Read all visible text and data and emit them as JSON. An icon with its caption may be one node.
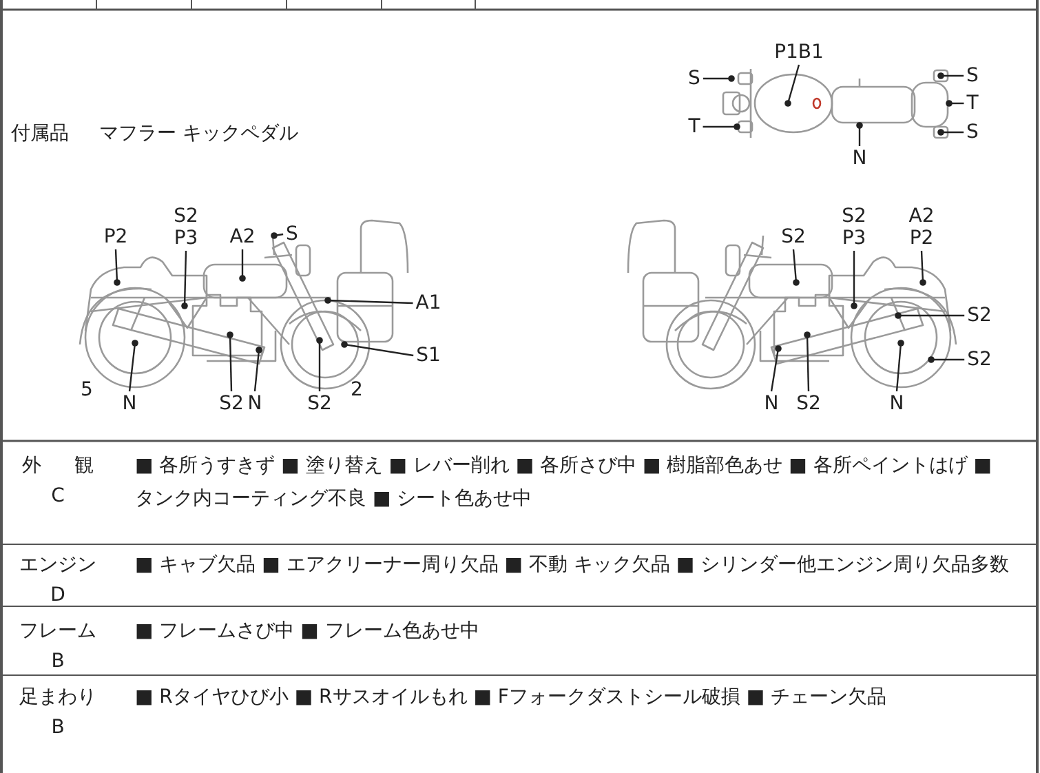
{
  "diagram": {
    "nodes": [
      {
        "text": [
          "P1B1"
        ]
      },
      {
        "text": [
          "S"
        ]
      },
      {
        "text": [
          "S"
        ]
      },
      {
        "text": [
          "T"
        ]
      },
      {
        "text": [
          "T"
        ]
      },
      {
        "text": [
          "S"
        ]
      },
      {
        "text": [
          "N"
        ]
      },
      {
        "text": [
          "S2 P3"
        ]
      },
      {
        "text": [
          "P2"
        ]
      },
      {
        "text": [
          "A2"
        ]
      },
      {
        "text": [
          "S"
        ]
      },
      {
        "text": [
          "A1"
        ]
      },
      {
        "text": [
          "S1"
        ]
      },
      {
        "text": [
          "N"
        ]
      },
      {
        "text": [
          "S2"
        ]
      },
      {
        "text": [
          "N"
        ]
      },
      {
        "text": [
          "S2"
        ]
      },
      {
        "text": [
          "S2 P3"
        ]
      },
      {
        "text": [
          "A2 P2"
        ]
      },
      {
        "text": [
          "S2"
        ]
      },
      {
        "text": [
          "S2"
        ]
      },
      {
        "text": [
          "S2"
        ]
      },
      {
        "text": [
          "N"
        ]
      },
      {
        "text": [
          "S2"
        ]
      },
      {
        "text": [
          "N"
        ]
      }
    ],
    "edges": [
      {
        "from": 0,
        "to": null,
        "arrow": "other"
      },
      {
        "from": 1,
        "to": null,
        "arrow": "other"
      },
      {
        "from": 2,
        "to": null,
        "arrow": "other"
      },
      {
        "from": 3,
        "to": null,
        "arrow": "other"
      },
      {
        "from": 4,
        "to": null,
        "arrow": "other"
      },
      {
        "from": 5,
        "to": null,
        "arrow": "other"
      },
      {
        "from": 6,
        "to": null,
        "arrow": "other"
      },
      {
        "from": 7,
        "to": null,
        "arrow": "other"
      },
      {
        "from": 8,
        "to": null,
        "arrow": "other"
      },
      {
        "from": 9,
        "to": null,
        "arrow": "other"
      },
      {
        "from": 10,
        "to": null,
        "arrow": "other"
      },
      {
        "from": 11,
        "to": null,
        "arrow": "other"
      },
      {
        "from": 12,
        "to": null,
        "arrow": "other"
      },
      {
        "from": 13,
        "to": null,
        "arrow": "other"
      },
      {
        "from": 14,
        "to": null,
        "arrow": "other"
      },
      {
        "from": 15,
        "to": null,
        "arrow": "other"
      },
      {
        "from": 16,
        "to": null,
        "arrow": "other"
      },
      {
        "from": 17,
        "to": null,
        "arrow": "other"
      },
      {
        "from": 18,
        "to": null,
        "arrow": "other"
      },
      {
        "from": 19,
        "to": null,
        "arrow": "other"
      },
      {
        "from": 20,
        "to": null,
        "arrow": "other"
      },
      {
        "from": 21,
        "to": null,
        "arrow": "other"
      },
      {
        "from": 22,
        "to": null,
        "arrow": "other"
      },
      {
        "from": 23,
        "to": null,
        "arrow": "other"
      },
      {
        "from": 24,
        "to": null,
        "arrow": "other"
      }
    ],
    "labels": [
      "付属品",
      "マフラー キックペダル",
      "5",
      "2",
      "外 観",
      "C",
      "■ 各所うすきず ■ 塗り替え ■ レバー削れ ■ 各所さび中 ■ 樹脂部色あせ ■ 各所ペイントはげ ■ タンク内コーティング不良 ■ シート色あせ中",
      "エンジン",
      "D",
      "■ キャブ欠品 ■ エアクリーナー周り欠品 ■ 不動 キック欠品 ■ シリンダー他エンジン周り欠品多数",
      "フレーム",
      "B",
      "■ フレームさび中 ■ フレーム色あせ中",
      "足まわり",
      "B",
      "■ Rタイヤひび小 ■ Rサスオイルもれ ■ Fフォークダストシール破損 ■ チェーン欠品"
    ]
  }
}
